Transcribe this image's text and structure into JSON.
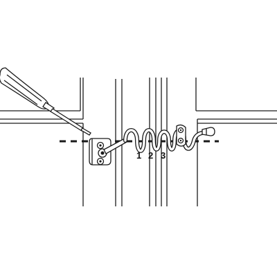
{
  "steps": {
    "one": "1",
    "two": "2",
    "three": "3"
  },
  "colors": {
    "line": "#1a1a1a",
    "fill": "#ffffff"
  }
}
